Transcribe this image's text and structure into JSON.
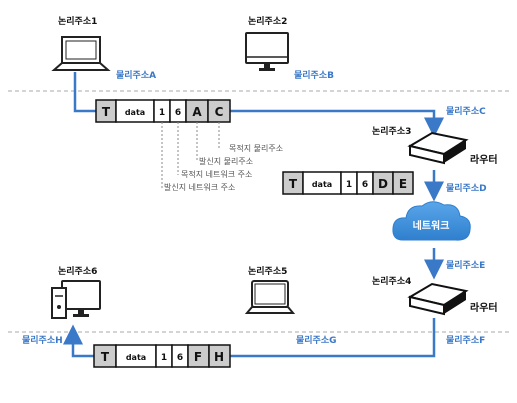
{
  "nodes": {
    "host1_logical": "논리주소1",
    "host1_physical": "물리주소A",
    "host2_logical": "논리주소2",
    "host2_physical": "물리주소B",
    "router3_logical": "논리주소3",
    "router3_label": "라우터",
    "router3_physical_c": "물리주소C",
    "router3_physical_d": "물리주소D",
    "network_label": "네트워크",
    "router4_physical_e": "물리주소E",
    "router4_logical": "논리주소4",
    "router4_label": "라우터",
    "router4_physical_f": "물리주소F",
    "host5_logical": "논리주소5",
    "host6_logical": "논리주소6",
    "host6_physical": "물리주소H",
    "physical_g": "물리주소G"
  },
  "frame_top": {
    "trailer": "T",
    "data": "data",
    "f1": "1",
    "f2": "6",
    "f3": "A",
    "f4": "C"
  },
  "frame_mid": {
    "trailer": "T",
    "data": "data",
    "f1": "1",
    "f2": "6",
    "f3": "D",
    "f4": "E"
  },
  "frame_bottom": {
    "trailer": "T",
    "data": "data",
    "f1": "1",
    "f2": "6",
    "f3": "F",
    "f4": "H"
  },
  "annotations": {
    "dest_physical": "목적지 물리주소",
    "src_physical": "발신지 물리주소",
    "dest_network": "목적지 네트워크 주소",
    "src_network": "발신지 네트워크 주소"
  },
  "colors": {
    "link": "#3a78c8",
    "network_cloud": "#3d8fd9",
    "text": "#111111"
  }
}
